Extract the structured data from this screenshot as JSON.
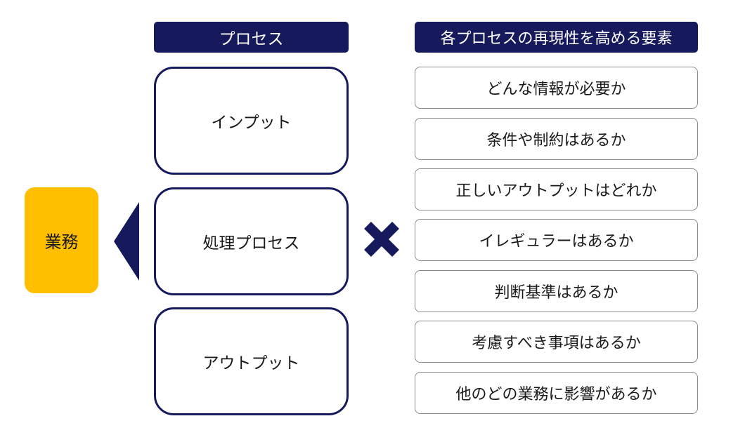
{
  "business": {
    "label": "業務"
  },
  "process": {
    "header": "プロセス",
    "steps": [
      "インプット",
      "処理プロセス",
      "アウトプット"
    ]
  },
  "elements": {
    "header": "各プロセスの再現性を高める要素",
    "items": [
      "どんな情報が必要か",
      "条件や制約はあるか",
      "正しいアウトプットはどれか",
      "イレギュラーはあるか",
      "判断基準はあるか",
      "考慮すべき事項はあるか",
      "他のどの業務に影響があるか"
    ]
  },
  "colors": {
    "navy": "#161a5c",
    "business_yellow": "#FFBF00",
    "item_border": "#8a8a8a"
  },
  "icons": [
    "left-pointing-triangle-icon",
    "multiply-cross-icon"
  ]
}
